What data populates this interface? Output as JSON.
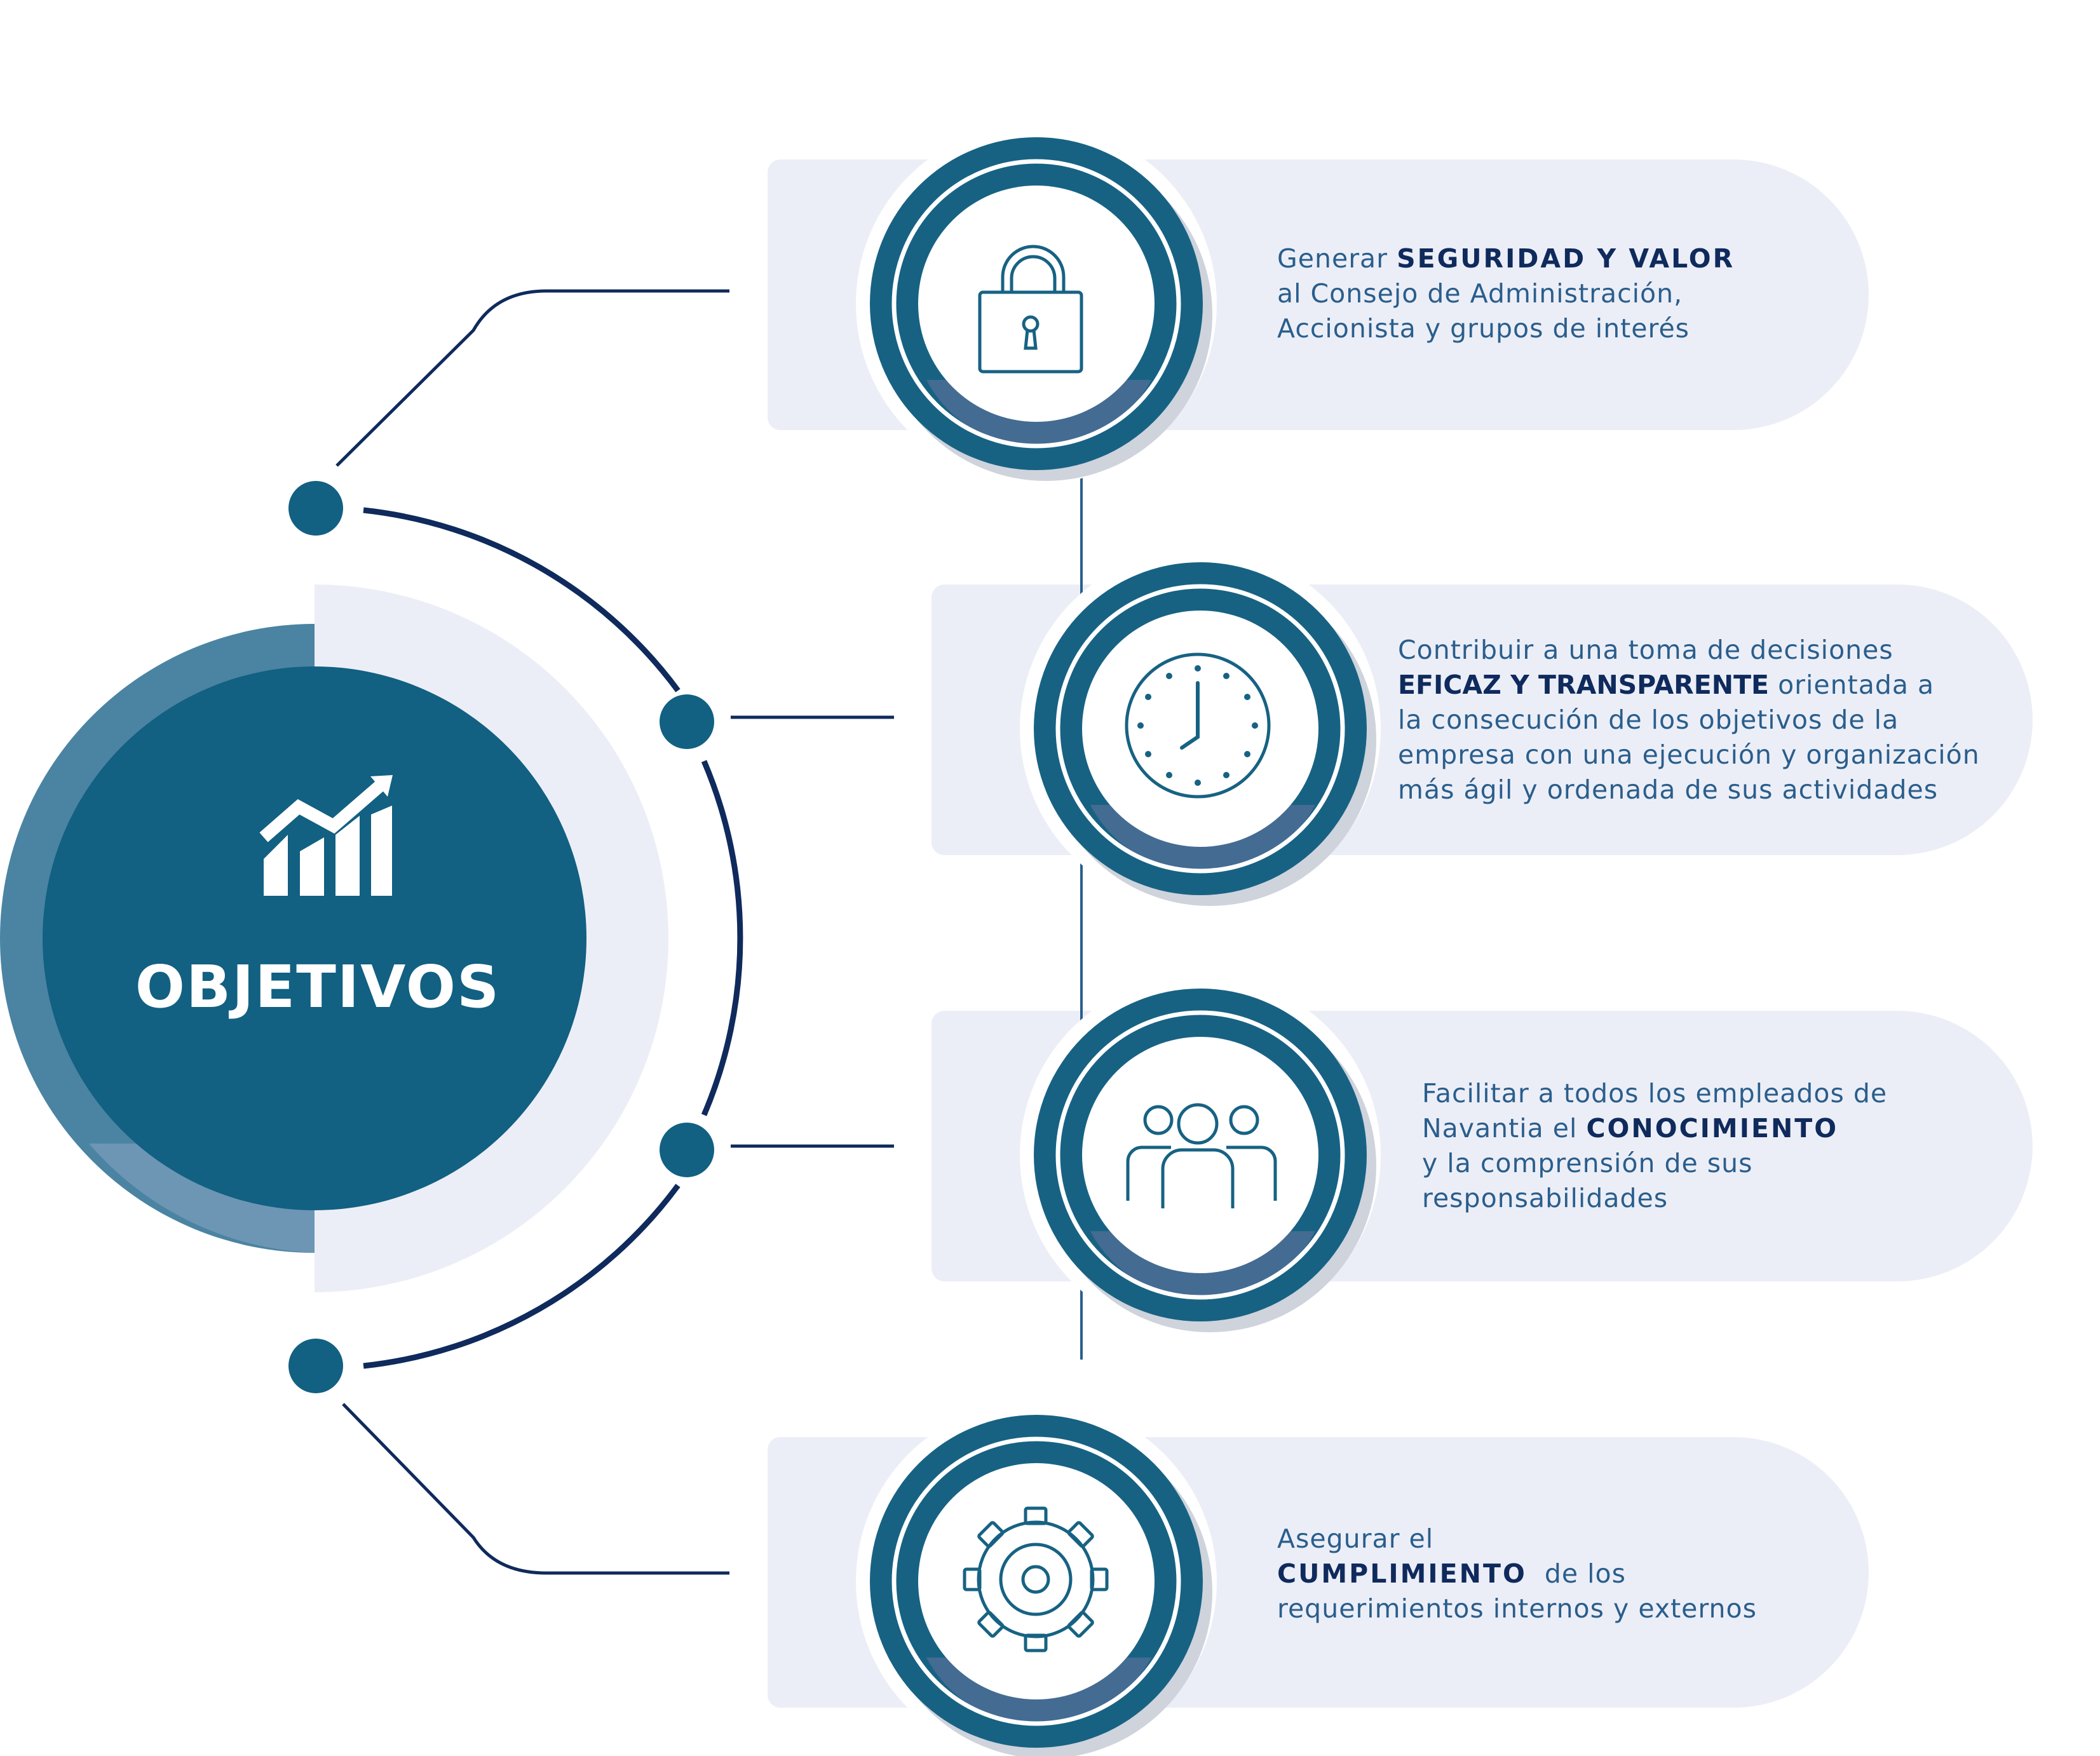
{
  "center": {
    "title": "OBJETIVOS",
    "icon": "growth-chart-icon",
    "color": "#126082",
    "ring_color": "#4a84a2"
  },
  "colors": {
    "card_bg": "#eceef7",
    "ring": "#176283",
    "ring_shadow": "#446b92",
    "line": "#0f2a5c",
    "text": "#2a5e8c",
    "highlight": "#0f2a5c"
  },
  "objectives": [
    {
      "icon": "lock-icon",
      "lines": [
        {
          "pre": "Generar ",
          "hl": "SEGURIDAD Y VALOR",
          "post": ""
        },
        {
          "pre": "al Consejo de Administración,",
          "hl": "",
          "post": ""
        },
        {
          "pre": "Accionista y grupos de interés",
          "hl": "",
          "post": ""
        }
      ]
    },
    {
      "icon": "clock-icon",
      "lines": [
        {
          "pre": "Contribuir a una toma de decisiones",
          "hl": "",
          "post": ""
        },
        {
          "pre": "",
          "hl": "EFICAZ Y TRANSPARENTE",
          "post": " orientada a"
        },
        {
          "pre": "la consecución de los objetivos de la",
          "hl": "",
          "post": ""
        },
        {
          "pre": "empresa con una ejecución y organización",
          "hl": "",
          "post": ""
        },
        {
          "pre": "más ágil y ordenada de sus actividades",
          "hl": "",
          "post": ""
        }
      ]
    },
    {
      "icon": "people-icon",
      "lines": [
        {
          "pre": "Facilitar a todos los empleados de",
          "hl": "",
          "post": ""
        },
        {
          "pre": "Navantia el ",
          "hl": "CONOCIMIENTO",
          "post": ""
        },
        {
          "pre": "y la comprensión de sus",
          "hl": "",
          "post": ""
        },
        {
          "pre": "responsabilidades",
          "hl": "",
          "post": ""
        }
      ]
    },
    {
      "icon": "gear-icon",
      "lines": [
        {
          "pre": "Asegurar el",
          "hl": "",
          "post": ""
        },
        {
          "pre": "",
          "hl": "CUMPLIMIENTO",
          "post": "  de los"
        },
        {
          "pre": "requerimientos internos y externos",
          "hl": "",
          "post": ""
        }
      ]
    }
  ]
}
